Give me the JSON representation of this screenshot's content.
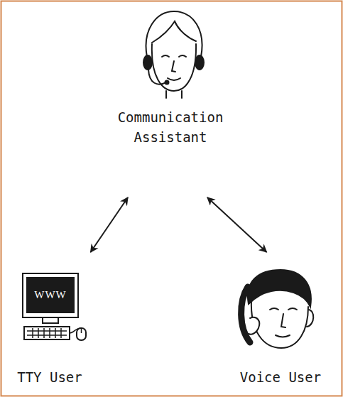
{
  "diagram": {
    "nodes": [
      {
        "text": [
          "Communication Assistant"
        ]
      },
      {
        "text": [
          "TTY User"
        ]
      },
      {
        "text": [
          "Voice User"
        ]
      }
    ],
    "edges": [
      {
        "from": 0,
        "to": 1,
        "arrow": "both"
      },
      {
        "from": 0,
        "to": 2,
        "arrow": "both"
      }
    ],
    "labels": [
      "WWW"
    ]
  }
}
